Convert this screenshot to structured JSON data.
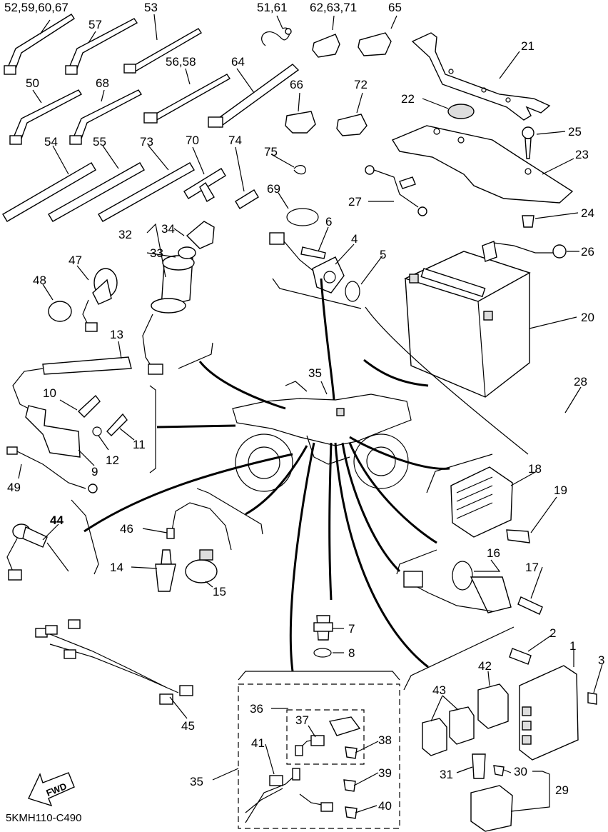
{
  "diagram_code": "5KMH110-C490",
  "fwd_label": "FWD",
  "labels": {
    "l52": "52,59,60,67",
    "l57": "57",
    "l53": "53",
    "l5161": "51,61",
    "l626371": "62,63,71",
    "l65": "65",
    "l21": "21",
    "l50": "50",
    "l68": "68",
    "l5658": "56,58",
    "l64": "64",
    "l66": "66",
    "l72": "72",
    "l22": "22",
    "l25": "25",
    "l23": "23",
    "l54": "54",
    "l55": "55",
    "l73": "73",
    "l70": "70",
    "l74": "74",
    "l75": "75",
    "l69": "69",
    "l27": "27",
    "l24": "24",
    "l34": "34",
    "l32": "32",
    "l33": "33",
    "l6": "6",
    "l4": "4",
    "l5": "5",
    "l26": "26",
    "l47": "47",
    "l48": "48",
    "l20": "20",
    "l13": "13",
    "l35a": "35",
    "l28": "28",
    "l10": "10",
    "l11": "11",
    "l12": "12",
    "l9": "9",
    "l49": "49",
    "l18": "18",
    "l19": "19",
    "l44": "44",
    "l46": "46",
    "l14": "14",
    "l15": "15",
    "l16": "16",
    "l17": "17",
    "l7": "7",
    "l8": "8",
    "l2": "2",
    "l1": "1",
    "l3": "3",
    "l42": "42",
    "l43": "43",
    "l45": "45",
    "l36": "36",
    "l37": "37",
    "l38": "38",
    "l41": "41",
    "l39": "39",
    "l35b": "35",
    "l31": "31",
    "l30": "30",
    "l29": "29",
    "l40": "40"
  },
  "colors": {
    "ink": "#000000",
    "paper": "#ffffff",
    "shade": "#dddddd"
  }
}
